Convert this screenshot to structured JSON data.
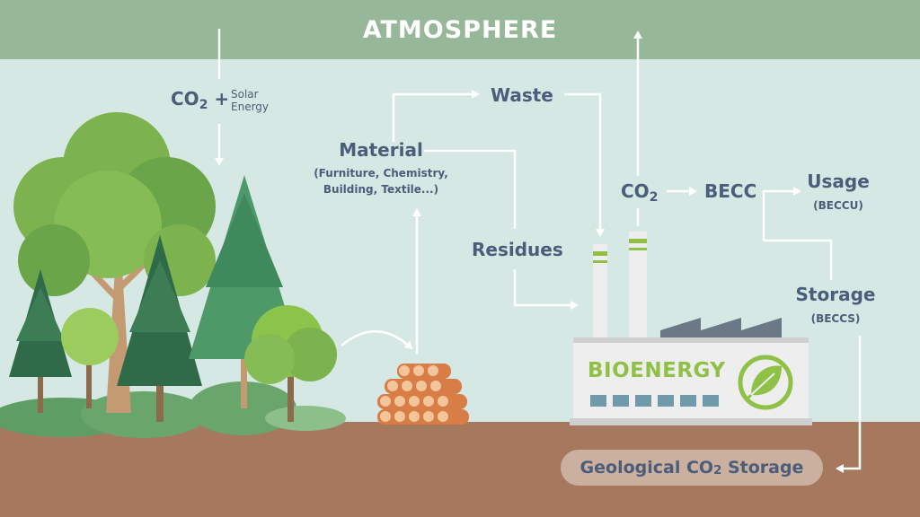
{
  "title": "ATMOSPHERE",
  "labels": {
    "co2_input": "CO",
    "co2_input_sub": "2",
    "co2_plus": "+",
    "solar_line1": "Solar",
    "solar_line2": "Energy",
    "material": "Material",
    "material_detail_line1": "(Furniture, Chemistry,",
    "material_detail_line2": "Building, Textile...)",
    "waste": "Waste",
    "residues": "Residues",
    "co2_output": "CO",
    "co2_output_sub": "2",
    "becc": "BECC",
    "usage": "Usage",
    "usage_sub": "(BECCU)",
    "storage": "Storage",
    "storage_sub": "(BECCS)",
    "bioenergy": "BIOENERGY",
    "geo_prefix": "Geological CO",
    "geo_sub": "2",
    "geo_suffix": " Storage"
  },
  "colors": {
    "sky": "#d6e8e3",
    "atmosphere_band": "#96b899",
    "ground": "#a6795f",
    "arrow": "#ffffff",
    "text": "#4a5d7a",
    "bioenergy_green": "#8ec145",
    "factory_body": "#eeeeee",
    "factory_roof": "#6b7885",
    "window": "#6e9aa9",
    "wood": "#d97d46",
    "wood_end": "#f2c69a"
  },
  "icons": [
    "leaf-icon",
    "factory-icon",
    "log-pile-icon",
    "tree-icon"
  ]
}
